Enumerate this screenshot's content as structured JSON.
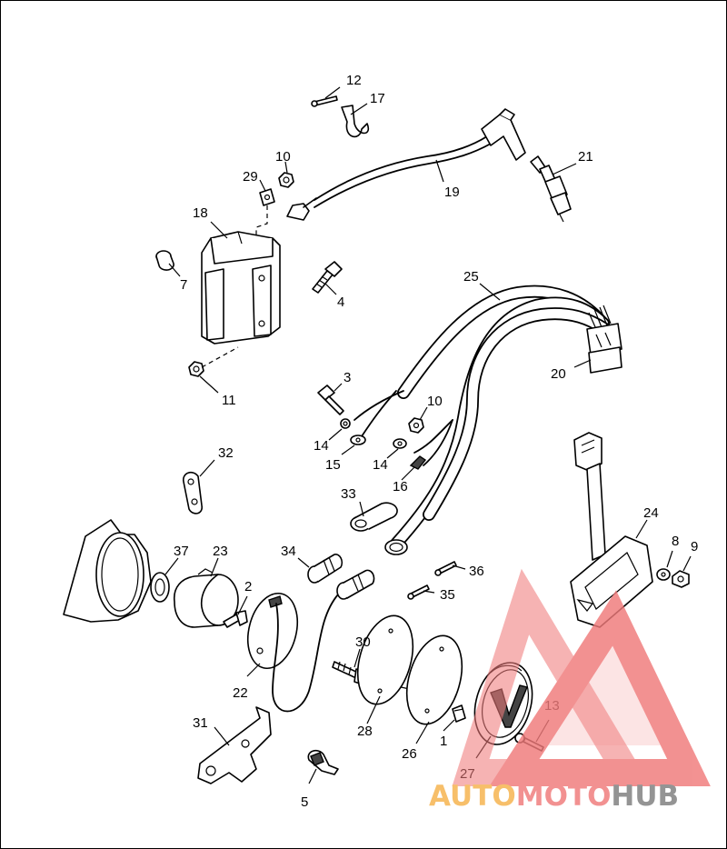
{
  "labels": [
    {
      "id": "12",
      "text": "12"
    },
    {
      "id": "17",
      "text": "17"
    },
    {
      "id": "10a",
      "text": "10"
    },
    {
      "id": "21",
      "text": "21"
    },
    {
      "id": "29",
      "text": "29"
    },
    {
      "id": "19",
      "text": "19"
    },
    {
      "id": "18",
      "text": "18"
    },
    {
      "id": "7",
      "text": "7"
    },
    {
      "id": "4",
      "text": "4"
    },
    {
      "id": "25",
      "text": "25"
    },
    {
      "id": "20",
      "text": "20"
    },
    {
      "id": "11",
      "text": "11"
    },
    {
      "id": "3",
      "text": "3"
    },
    {
      "id": "10b",
      "text": "10"
    },
    {
      "id": "14a",
      "text": "14"
    },
    {
      "id": "15",
      "text": "15"
    },
    {
      "id": "14b",
      "text": "14"
    },
    {
      "id": "16",
      "text": "16"
    },
    {
      "id": "32",
      "text": "32"
    },
    {
      "id": "33",
      "text": "33"
    },
    {
      "id": "24",
      "text": "24"
    },
    {
      "id": "37",
      "text": "37"
    },
    {
      "id": "23",
      "text": "23"
    },
    {
      "id": "34",
      "text": "34"
    },
    {
      "id": "36",
      "text": "36"
    },
    {
      "id": "8",
      "text": "8"
    },
    {
      "id": "9",
      "text": "9"
    },
    {
      "id": "2",
      "text": "2"
    },
    {
      "id": "35",
      "text": "35"
    },
    {
      "id": "30",
      "text": "30"
    },
    {
      "id": "22",
      "text": "22"
    },
    {
      "id": "13",
      "text": "13"
    },
    {
      "id": "31",
      "text": "31"
    },
    {
      "id": "28",
      "text": "28"
    },
    {
      "id": "1",
      "text": "1"
    },
    {
      "id": "26",
      "text": "26"
    },
    {
      "id": "27",
      "text": "27"
    },
    {
      "id": "5",
      "text": "5"
    }
  ],
  "watermark": {
    "word_part1": "AUTO",
    "word_part2": "MOTO",
    "word_part3": "HUB",
    "color_orange": "#f6b24a",
    "color_red": "#f07a7a",
    "color_gray": "#7d7d7d"
  }
}
